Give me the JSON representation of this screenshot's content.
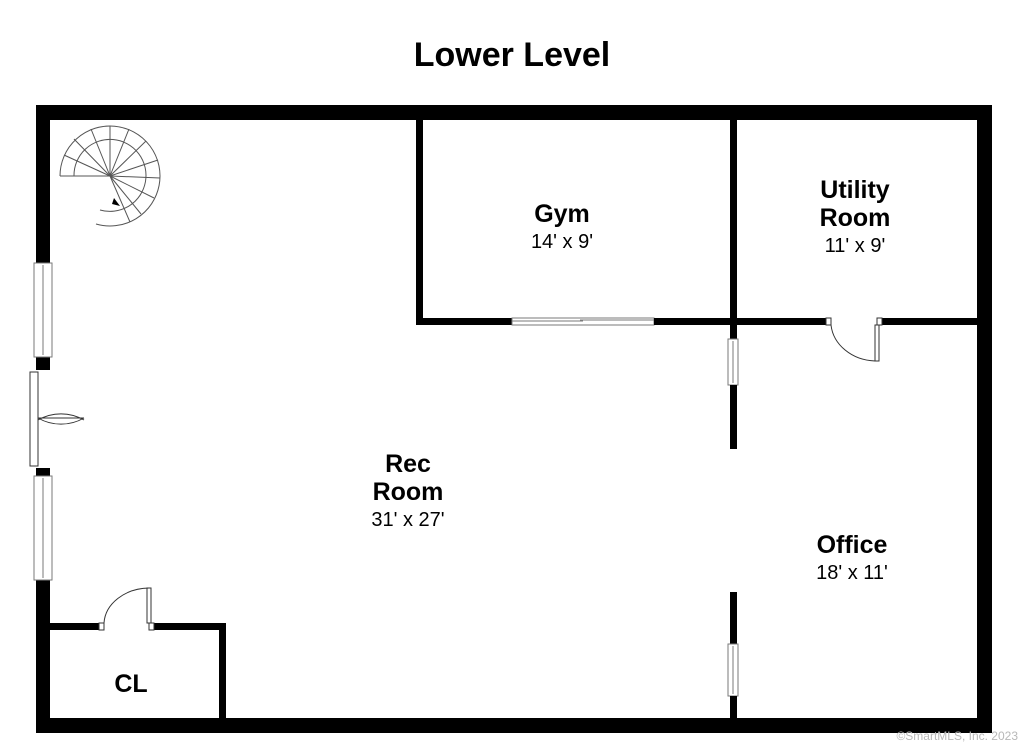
{
  "title": "Lower Level",
  "rooms": {
    "rec_room": {
      "name_line1": "Rec",
      "name_line2": "Room",
      "dimensions": "31' x 27'"
    },
    "gym": {
      "name": "Gym",
      "dimensions": "14' x 9'"
    },
    "utility_room": {
      "name_line1": "Utility",
      "name_line2": "Room",
      "dimensions": "11' x 9'"
    },
    "office": {
      "name": "Office",
      "dimensions": "18' x 11'"
    },
    "closet": {
      "name": "CL"
    }
  },
  "watermark": "©SmartMLS, Inc. 2023"
}
